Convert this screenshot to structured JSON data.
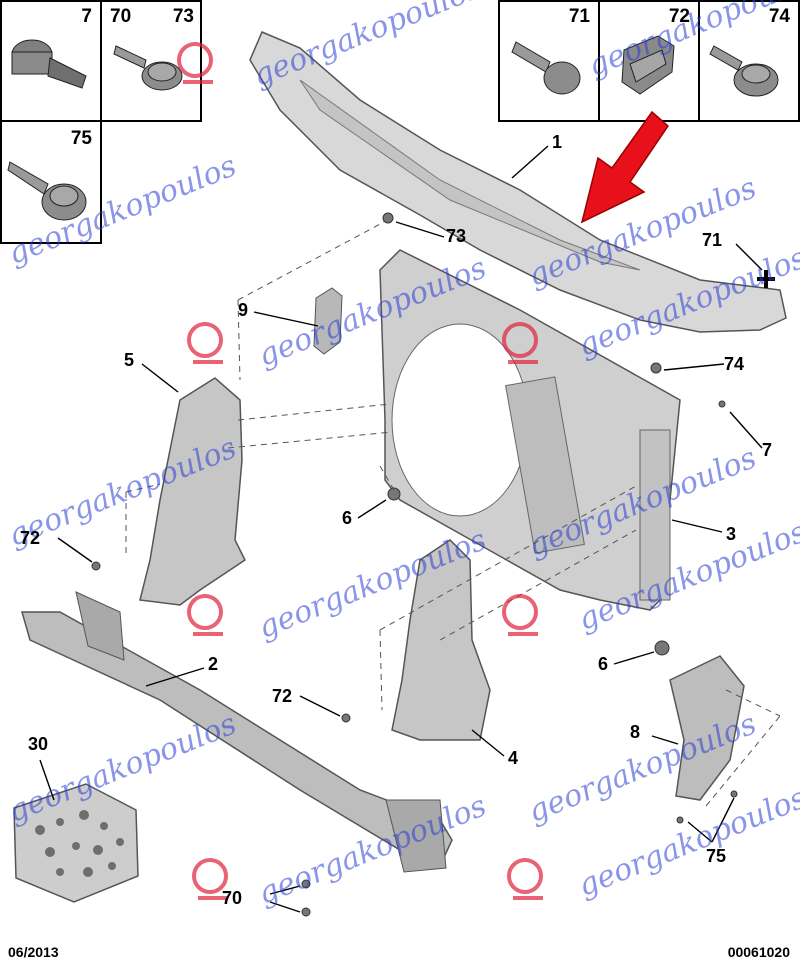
{
  "inset_boxes": {
    "top_left_row": [
      {
        "label": "7",
        "icon": "plug-fastener-icon"
      },
      {
        "label": "70",
        "icon": "bolt-icon"
      },
      {
        "label": "73",
        "icon": "flange-bolt-icon"
      }
    ],
    "left_lower": [
      {
        "label": "75",
        "icon": "self-tapping-screw-icon"
      }
    ],
    "top_right_row": [
      {
        "label": "71",
        "icon": "push-rivet-icon"
      },
      {
        "label": "72",
        "icon": "clip-nut-icon"
      },
      {
        "label": "74",
        "icon": "shoulder-bolt-icon"
      }
    ]
  },
  "callouts": {
    "c1": "1",
    "c2": "2",
    "c3": "3",
    "c4": "4",
    "c5": "5",
    "c6a": "6",
    "c6b": "6",
    "c7": "7",
    "c8": "8",
    "c9": "9",
    "c30": "30",
    "c70": "70",
    "c71": "71",
    "c72a": "72",
    "c72b": "72",
    "c73": "73",
    "c74": "74",
    "c75": "75"
  },
  "footer": {
    "date": "06/2013",
    "reference": "00061020"
  },
  "watermark": {
    "text": "georgakopoulos",
    "color": "#2a3fd6",
    "logo_color": "#e0203a"
  },
  "highlight_arrow_color": "#e8101a"
}
